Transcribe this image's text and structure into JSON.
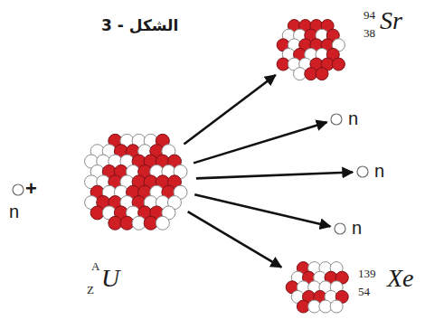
{
  "diagram": {
    "title": "الشكل - 3",
    "nodes": [
      {
        "text": [
          "n"
        ]
      },
      {
        "text": [
          "A",
          "Z",
          "U"
        ]
      },
      {
        "text": [
          "94",
          "38",
          "Sr"
        ]
      },
      {
        "text": [
          "n"
        ]
      },
      {
        "text": [
          "n"
        ]
      },
      {
        "text": [
          "n"
        ]
      },
      {
        "text": [
          "139",
          "54",
          "Xe"
        ]
      }
    ],
    "edges": [
      {
        "from": 1,
        "to": 2,
        "arrow": "to"
      },
      {
        "from": 1,
        "to": 3,
        "arrow": "to"
      },
      {
        "from": 1,
        "to": 4,
        "arrow": "to"
      },
      {
        "from": 1,
        "to": 5,
        "arrow": "to"
      },
      {
        "from": 1,
        "to": 6,
        "arrow": "to"
      }
    ],
    "labels": [
      "+"
    ]
  }
}
